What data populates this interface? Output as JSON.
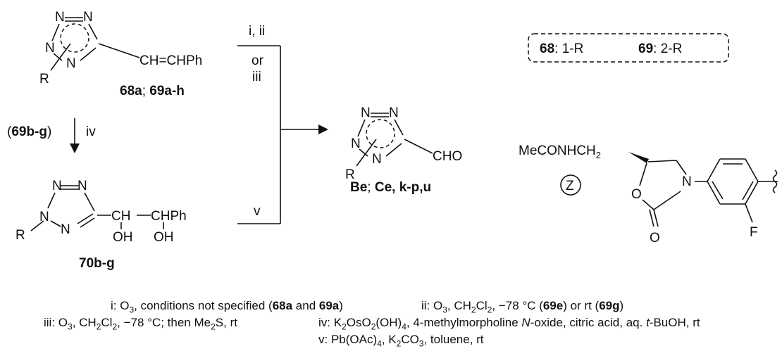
{
  "compounds": {
    "start_label_a": "68a",
    "start_label_sep": "; ",
    "start_label_b": "69a-h",
    "diol_label": "70b-g",
    "product_label_a": "Be",
    "product_label_sep": "; ",
    "product_label_b": "Ce, k-p,u"
  },
  "atoms": {
    "N": "N",
    "R": "R",
    "vinyl": "CH=CHPh",
    "cho": "CHO",
    "ch_left": "CH",
    "ch_right": "CHPh",
    "oh": "OH",
    "O": "O",
    "F": "F",
    "mecon": "MeCONHCH",
    "mecon_sub": "2",
    "z": "Z"
  },
  "arrows": {
    "top_label_1": "i, ii",
    "top_label_or": "or",
    "top_label_2": "iii",
    "down_label": "iv",
    "down_prefix_open": "(",
    "down_prefix_bold": "69b-g",
    "down_prefix_close": ")",
    "bottom_label": "v"
  },
  "legend": {
    "a_bold": "68",
    "a_text": ": 1-R",
    "b_bold": "69",
    "b_text": ": 2-R"
  },
  "notes": {
    "i": {
      "pre": "i:  O",
      "s1": "3",
      "mid": ", conditions not specified (",
      "b1": "68a",
      "and": " and ",
      "b2": "69a",
      "end": ")"
    },
    "ii": {
      "pre": "ii:  O",
      "s1": "3",
      "m1": ", CH",
      "s2": "2",
      "m2": "Cl",
      "s3": "2",
      "m3": ", −78 °C (",
      "b1": "69e",
      "m4": ") or rt (",
      "b2": "69g",
      "end": ")"
    },
    "iii": {
      "pre": "iii:  O",
      "s1": "3",
      "m1": ", CH",
      "s2": "2",
      "m2": "Cl",
      "s3": "2",
      "m3": ", −78 °C; then Me",
      "s4": "2",
      "end": "S, rt"
    },
    "iv": {
      "pre": "iv:  K",
      "s1": "2",
      "m1": "OsO",
      "s2": "2",
      "m2": "(OH)",
      "s3": "4",
      "m3": ", 4-methylmorpholine ",
      "it1": "N",
      "m4": "-oxide, citric acid, aq. ",
      "it2": "t",
      "end": "-BuOH, rt"
    },
    "v": {
      "pre": "v:  Pb(OAc)",
      "s1": "4",
      "m1": ", K",
      "s2": "2",
      "m2": "CO",
      "s3": "3",
      "end": ", toluene, rt"
    }
  }
}
